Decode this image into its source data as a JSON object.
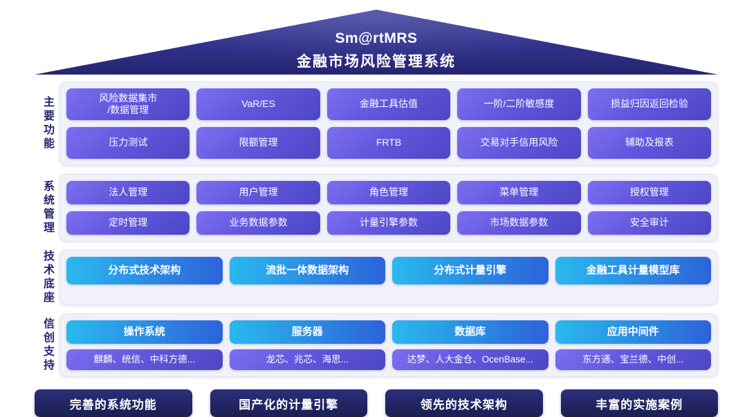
{
  "header": {
    "brand": "Sm@rtMRS",
    "title": "金融市场风险管理系统"
  },
  "sections": {
    "main_functions": {
      "label": "主要功能",
      "row1": [
        "风险数据集市\n/数据管理",
        "VaR/ES",
        "金融工具估值",
        "一阶/二阶敏感度",
        "损益归因返回检验"
      ],
      "row2": [
        "压力测试",
        "限额管理",
        "FRTB",
        "交易对手信用风险",
        "辅助及报表"
      ]
    },
    "system_management": {
      "label": "系统管理",
      "row1": [
        "法人管理",
        "用户管理",
        "角色管理",
        "菜单管理",
        "授权管理"
      ],
      "row2": [
        "定时管理",
        "业务数据参数",
        "计量引擎参数",
        "市场数据参数",
        "安全审计"
      ]
    },
    "tech_base": {
      "label": "技术底座",
      "row1": [
        "分布式技术架构",
        "流批一体数据架构",
        "分布式计量引擎",
        "金融工具计量模型库"
      ]
    },
    "xinchuang": {
      "label": "信创支持",
      "categories": [
        "操作系统",
        "服务器",
        "数据库",
        "应用中间件"
      ],
      "vendors": [
        "麒麟、统信、中科方德...",
        "龙芯、兆芯、海思...",
        "达梦、人大金仓、OcenBase...",
        "东方通、宝兰德、中创..."
      ]
    }
  },
  "footer": {
    "items": [
      "完善的系统功能",
      "国产化的计量引擎",
      "领先的技术架构",
      "丰富的实施案例"
    ]
  },
  "colors": {
    "roof": "#30308c",
    "purple_block": "#6156dc",
    "blue_block_start": "#29b9ed",
    "blue_block_end": "#2c63da",
    "dark_block": "#222562",
    "panel_bg": "#f1f1fa",
    "label_text": "#20246e"
  }
}
